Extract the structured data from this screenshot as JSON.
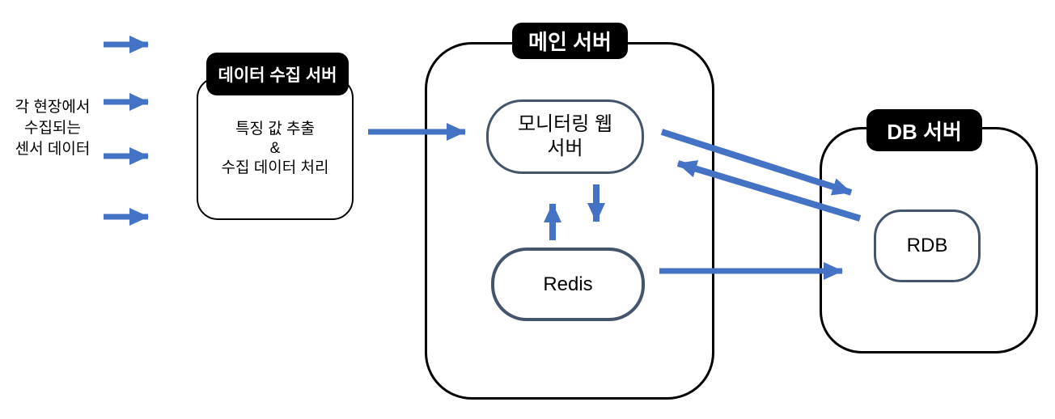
{
  "colors": {
    "arrow": "#4472C4",
    "node_border": "#44546A",
    "container_border": "#000000",
    "label_bg": "#000000",
    "label_text": "#FFFFFF",
    "text": "#000000",
    "background": "#FFFFFF"
  },
  "source": {
    "line1": "각 현장에서",
    "line2": "수집되는",
    "line3": "센서 데이터"
  },
  "collector": {
    "label": "데이터 수집 서버",
    "body_line1": "특징 값 추출",
    "body_line2": "&",
    "body_line3": "수집 데이터 처리"
  },
  "main_server": {
    "label": "메인 서버",
    "web_server_line1": "모니터링 웹",
    "web_server_line2": "서버",
    "redis": "Redis"
  },
  "db_server": {
    "label": "DB 서버",
    "rdb": "RDB"
  }
}
